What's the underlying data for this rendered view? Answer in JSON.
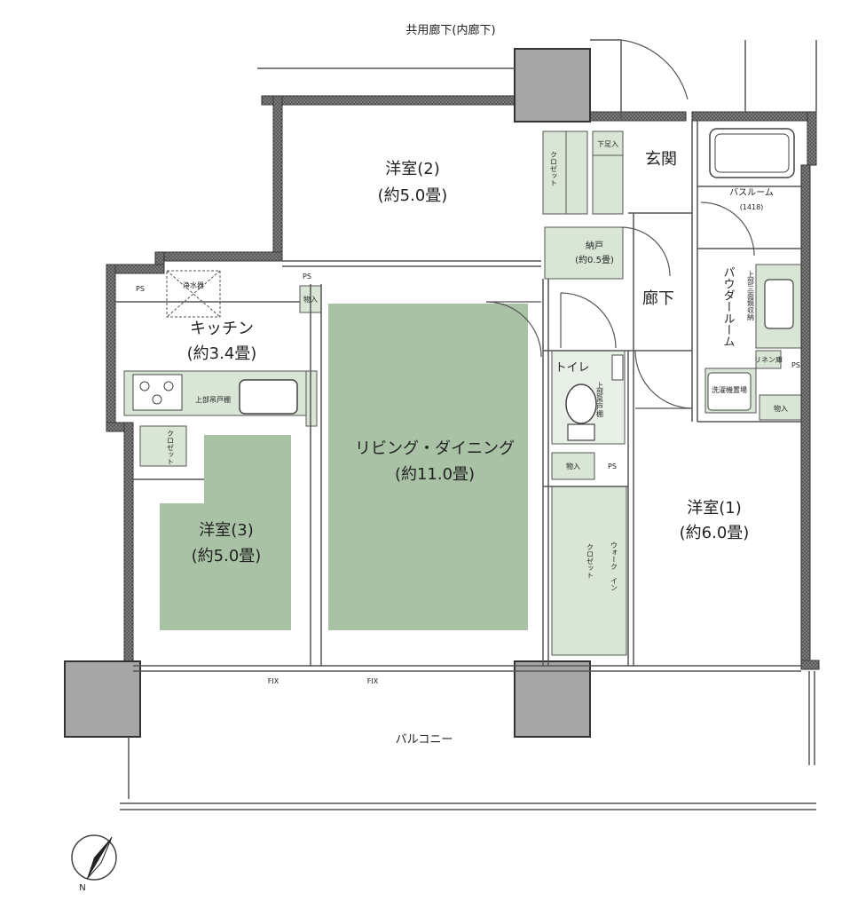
{
  "labels": {
    "corridor_common": "共用廊下(内廊下)",
    "entrance": "玄関",
    "bathroom": "バスルーム",
    "bathroom_size": "(1418)",
    "powder_room": "パウダールーム",
    "hallway": "廊下",
    "storage": "納戸",
    "storage_size": "(約0.5畳)",
    "toilet": "トイレ",
    "room2": "洋室(2)",
    "room2_size": "(約5.0畳)",
    "room1": "洋室(1)",
    "room1_size": "(約6.0畳)",
    "room3": "洋室(3)",
    "room3_size": "(約5.0畳)",
    "kitchen": "キッチン",
    "kitchen_size": "(約3.4畳)",
    "living": "リビング・ダイニング",
    "living_size": "(約11.0畳)",
    "balcony": "バルコニー",
    "closet": "クロゼット",
    "walkin_closet": "ウォークインクロゼット",
    "walkin_line1": "ウォーク",
    "walkin_line2": "イン",
    "monoire": "物入",
    "shoe_box": "下足入",
    "ps": "PS",
    "fix": "FIX",
    "upper_cabinet": "上部吊戸棚",
    "water_purifier": "浄水器",
    "mirror_storage": "上部三面鏡収納",
    "laundry": "洗濯機置場",
    "linen": "リネン庫",
    "north": "N"
  }
}
